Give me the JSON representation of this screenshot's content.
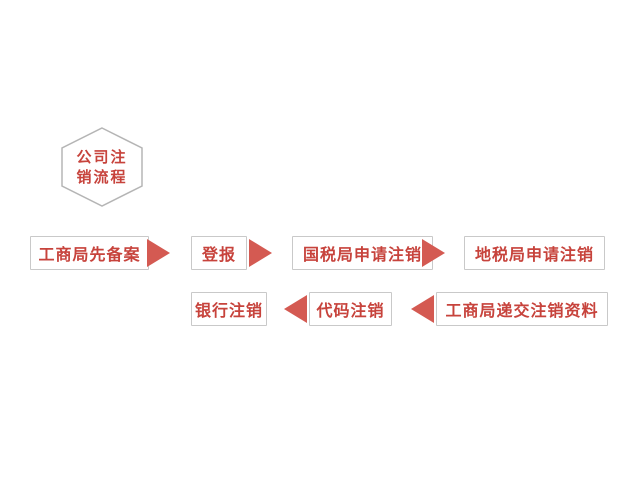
{
  "title": "公司注销流程",
  "hexagon": {
    "line1": "公司注",
    "line2": "销流程"
  },
  "flow": {
    "row1": [
      {
        "label": "工商局先备案"
      },
      {
        "label": "登报"
      },
      {
        "label": "国税局申请注销"
      },
      {
        "label": "地税局申请注销"
      }
    ],
    "row2": [
      {
        "label": "银行注销"
      },
      {
        "label": "代码注销"
      },
      {
        "label": "工商局递交注销资料"
      }
    ]
  },
  "colors": {
    "accent": "#c7433c",
    "arrow": "#d45a52",
    "box_border": "#c9c9c9",
    "hex_border": "#b5b5b5",
    "background": "#ffffff"
  }
}
